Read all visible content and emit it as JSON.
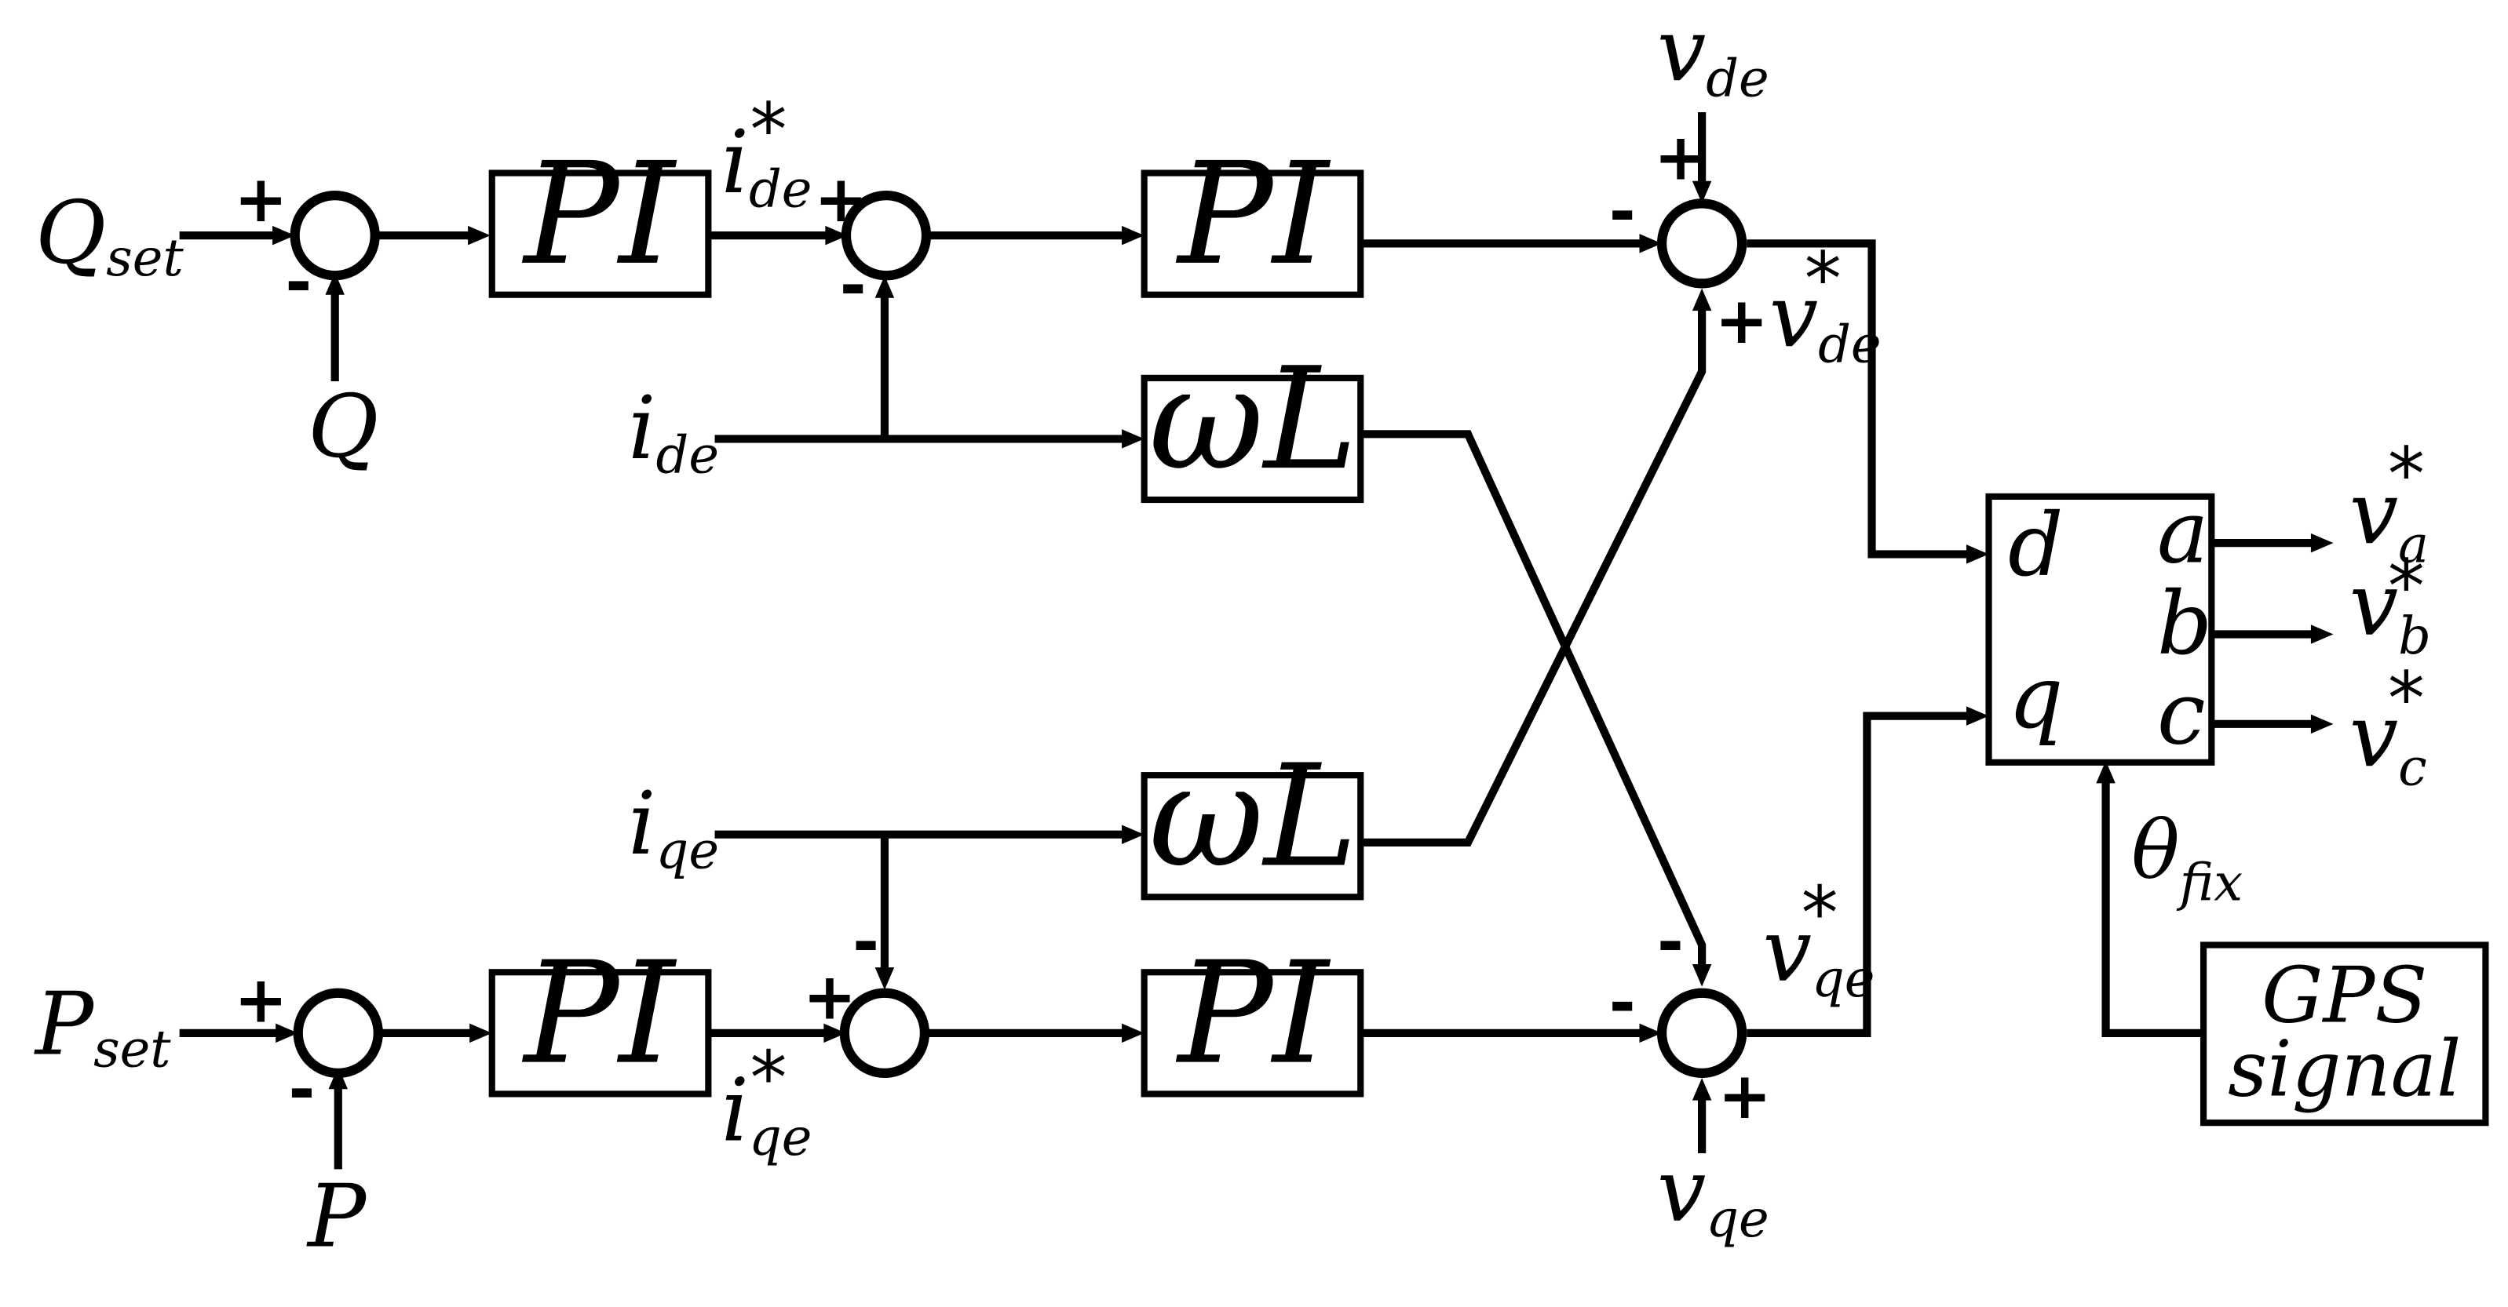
{
  "blocks": {
    "pi_label": "PI",
    "wl_label": "ωL",
    "gps_line1": "GPS",
    "gps_line2": "signal",
    "port_d": "d",
    "port_q": "q",
    "port_a": "a",
    "port_b": "b",
    "port_c": "c"
  },
  "signs": {
    "plus": "+",
    "minus": "-"
  },
  "star": "*",
  "signals": {
    "Q_set": {
      "base": "Q",
      "sub": "set"
    },
    "Q": {
      "base": "Q"
    },
    "i_de_ref": {
      "base": "i",
      "sub": "de"
    },
    "i_de": {
      "base": "i",
      "sub": "de"
    },
    "v_de": {
      "base": "v",
      "sub": "de"
    },
    "v_de_ref": {
      "base": "v",
      "sub": "de"
    },
    "i_qe": {
      "base": "i",
      "sub": "qe"
    },
    "P_set": {
      "base": "P",
      "sub": "set"
    },
    "P": {
      "base": "P"
    },
    "i_qe_ref": {
      "base": "i",
      "sub": "qe"
    },
    "v_qe_ref": {
      "base": "v",
      "sub": "qe"
    },
    "v_qe": {
      "base": "v",
      "sub": "qe"
    },
    "theta_fix": {
      "base": "θ",
      "sub": "fix"
    },
    "v_a": {
      "base": "v",
      "sub": "a"
    },
    "v_b": {
      "base": "v",
      "sub": "b"
    },
    "v_c": {
      "base": "v",
      "sub": "c"
    }
  }
}
